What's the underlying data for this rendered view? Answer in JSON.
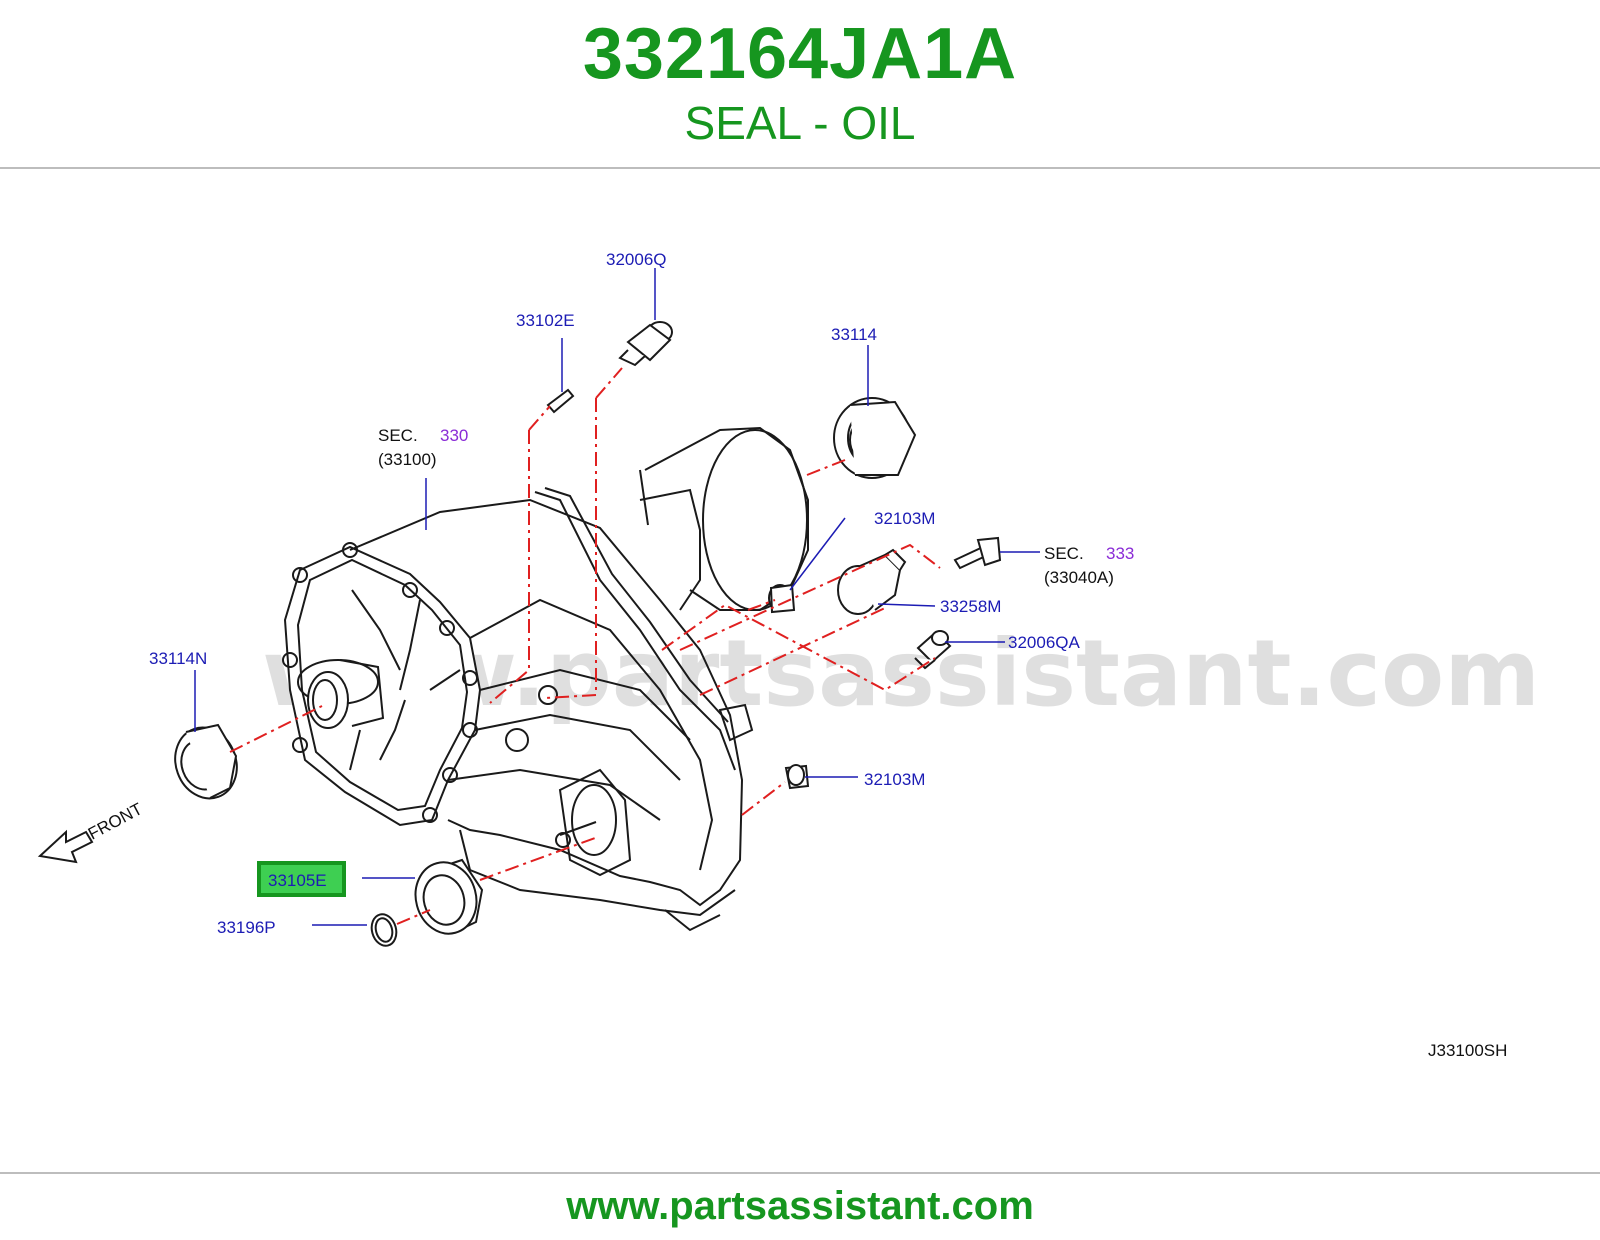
{
  "header": {
    "part_number": "332164JA1A",
    "description": "SEAL - OIL"
  },
  "diagram": {
    "watermark": "www.partsassistant.com",
    "front_label": "FRONT",
    "figure_code": "J33100SH",
    "highlighted_callout": "33105E",
    "callouts": {
      "c32006q": "32006Q",
      "c33102e": "33102E",
      "c33114": "33114",
      "sec330_prefix": "SEC.",
      "sec330_num": "330",
      "sec330_sub": "(33100)",
      "c32103m_top": "32103M",
      "sec333_prefix": "SEC.",
      "sec333_num": "333",
      "sec333_sub": "(33040A)",
      "c33258m": "33258M",
      "c32006qa": "32006QA",
      "c33114n": "33114N",
      "c32103m_bottom": "32103M",
      "c33105e": "33105E",
      "c33196p": "33196P"
    },
    "colors": {
      "callout": "#1c1cb4",
      "section_number": "#8a2bd6",
      "leader_dashed": "#e02020",
      "highlight": "#3ecf52",
      "brand_green": "#16961f"
    }
  },
  "footer": {
    "url": "www.partsassistant.com"
  }
}
